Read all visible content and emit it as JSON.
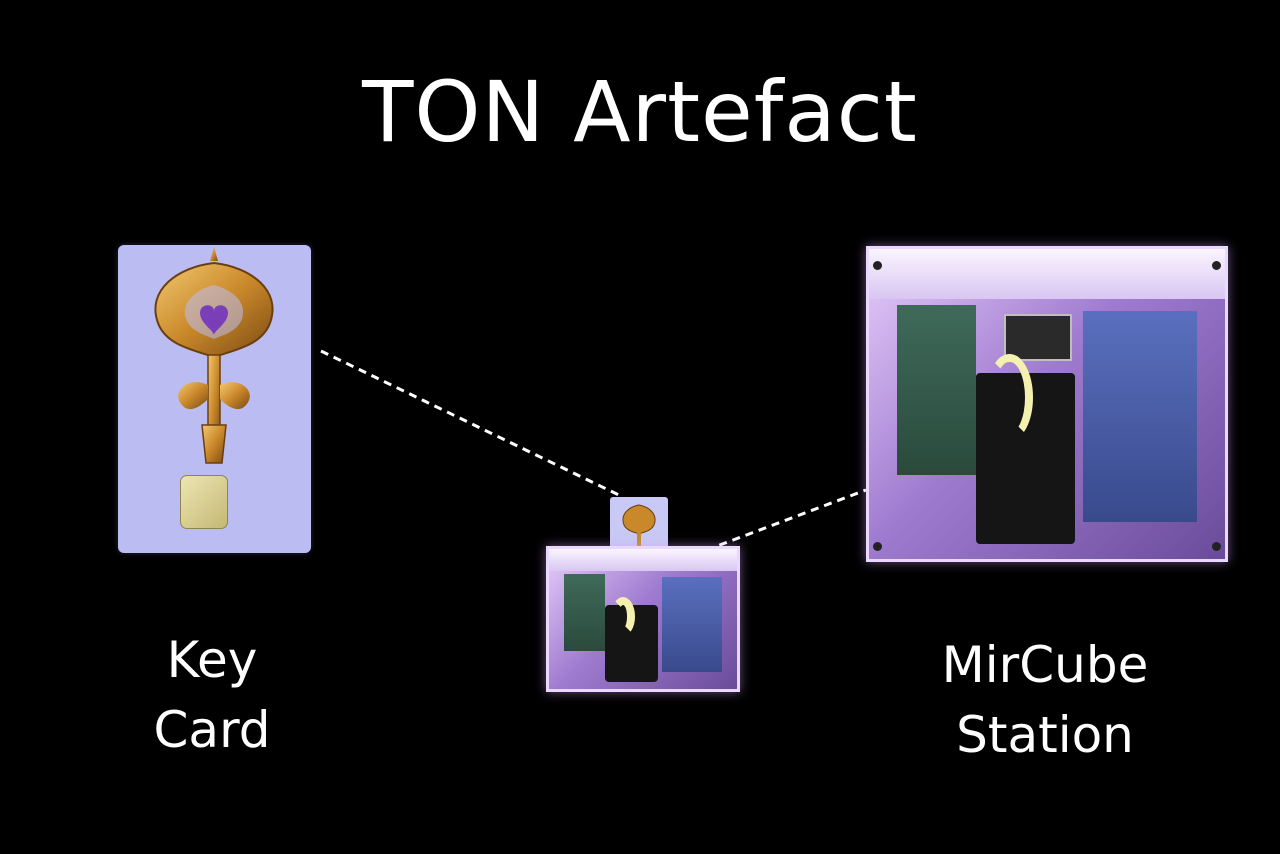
{
  "title": "TON Artefact",
  "key_card": {
    "line1": "Key",
    "line2": "Card"
  },
  "station": {
    "line1": "MirCube",
    "line2": "Station"
  },
  "icons": [
    "key-card-image",
    "key-icon",
    "chip-icon",
    "cube-image",
    "link-line"
  ],
  "colors": {
    "background": "#000000",
    "text": "#ffffff",
    "card": "#bbbdf2",
    "key_gold": "#c9882a",
    "cube_purple": "#9f7bd0"
  }
}
